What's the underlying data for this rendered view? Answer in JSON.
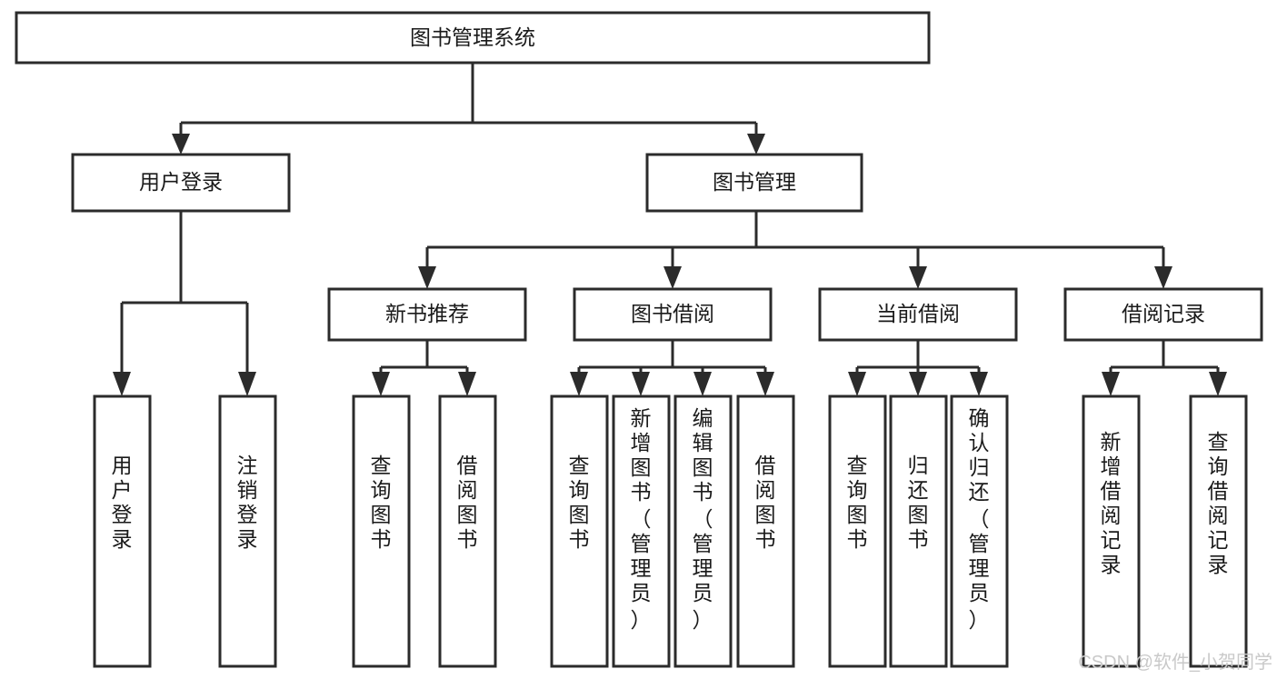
{
  "diagram": {
    "title": "图书管理系统",
    "type": "hierarchy-tree",
    "orientation": "top-down",
    "colors": {
      "box_fill": "#ffffff",
      "box_stroke": "#2b2b2b",
      "text": "#1a1a1a",
      "background": "#ffffff",
      "watermark": "#c9c9c9"
    },
    "levels": {
      "root": {
        "label": "图书管理系统"
      },
      "level2": [
        {
          "id": "user-login",
          "label": "用户登录"
        },
        {
          "id": "book-management",
          "label": "图书管理"
        }
      ],
      "level3": [
        {
          "id": "new-book-recommend",
          "label": "新书推荐",
          "parent": "book-management"
        },
        {
          "id": "book-borrow",
          "label": "图书借阅",
          "parent": "book-management"
        },
        {
          "id": "current-borrow",
          "label": "当前借阅",
          "parent": "book-management"
        },
        {
          "id": "borrow-record",
          "label": "借阅记录",
          "parent": "book-management"
        }
      ],
      "leaves": {
        "user-login": [
          {
            "id": "leaf-user-login",
            "label": "用户登录"
          },
          {
            "id": "leaf-logout",
            "label": "注销登录"
          }
        ],
        "new-book-recommend": [
          {
            "id": "leaf-query-book-1",
            "label": "查询图书"
          },
          {
            "id": "leaf-borrow-book-1",
            "label": "借阅图书"
          }
        ],
        "book-borrow": [
          {
            "id": "leaf-query-book-2",
            "label": "查询图书"
          },
          {
            "id": "leaf-add-book",
            "label": "新增图书（管理员）"
          },
          {
            "id": "leaf-edit-book",
            "label": "编辑图书（管理员）"
          },
          {
            "id": "leaf-borrow-book-2",
            "label": "借阅图书"
          }
        ],
        "current-borrow": [
          {
            "id": "leaf-query-book-3",
            "label": "查询图书"
          },
          {
            "id": "leaf-return-book",
            "label": "归还图书"
          },
          {
            "id": "leaf-confirm-return",
            "label": "确认归还（管理员）"
          }
        ],
        "borrow-record": [
          {
            "id": "leaf-add-record",
            "label": "新增借阅记录"
          },
          {
            "id": "leaf-query-record",
            "label": "查询借阅记录"
          }
        ]
      }
    }
  },
  "watermark": {
    "text": "CSDN @软件_小贺同学"
  }
}
